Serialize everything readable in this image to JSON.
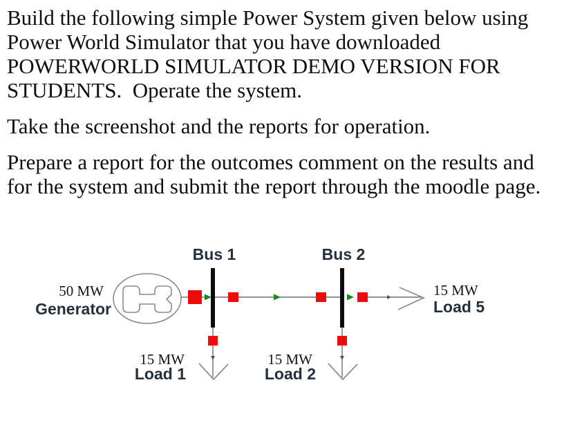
{
  "instructions": {
    "para1": [
      "Build the following simple Power System given below using",
      "Power World Simulator that you have downloaded",
      "POWERWORLD SIMULATOR DEMO VERSION FOR",
      "STUDENTS.  Operate the system."
    ],
    "para2": [
      "Take the screenshot and the reports for operation."
    ],
    "para3": [
      "Prepare a report for the outcomes comment on the results and",
      "for the system and submit the report through the moodle page."
    ]
  },
  "diagram": {
    "bus1_label": "Bus 1",
    "bus2_label": "Bus 2",
    "generator_rating": "50 MW",
    "generator_label": "Generator",
    "load1_rating": "15 MW",
    "load1_label": "Load 1",
    "load2_rating": "15 MW",
    "load2_label": "Load 2",
    "load5_rating": "15 MW",
    "load5_label": "Load 5",
    "colors": {
      "breaker_red": "#ee0b0b",
      "flow_arrow_green": "#17891c",
      "bus_bar_black": "#0d0d0d",
      "wire_gray": "#6f6f6f",
      "load_arrow_gray": "#8a8a8a",
      "sans_label_dark": "#25303e",
      "body_text": "#101010"
    }
  }
}
